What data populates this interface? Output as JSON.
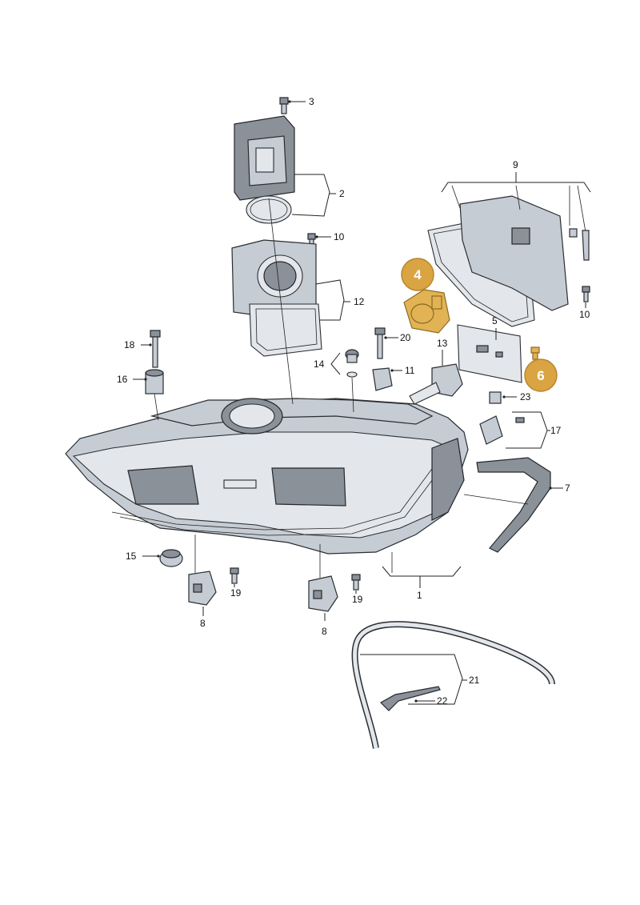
{
  "diagram": {
    "part_labels": {
      "p1": "1",
      "p2": "2",
      "p3": "3",
      "p5": "5",
      "p7": "7",
      "p8a": "8",
      "p8b": "8",
      "p9": "9",
      "p10a": "10",
      "p10b": "10",
      "p11": "11",
      "p12": "12",
      "p13": "13",
      "p14": "14",
      "p15": "15",
      "p16": "16",
      "p17": "17",
      "p18": "18",
      "p19a": "19",
      "p19b": "19",
      "p20": "20",
      "p21": "21",
      "p22": "22",
      "p23": "23"
    },
    "highlight_badges": {
      "b4": "4",
      "b6": "6"
    },
    "colors": {
      "badge": "#d9a441",
      "highlight": "#e2b354",
      "housing": "#c6ccd3",
      "line": "#222222"
    }
  }
}
